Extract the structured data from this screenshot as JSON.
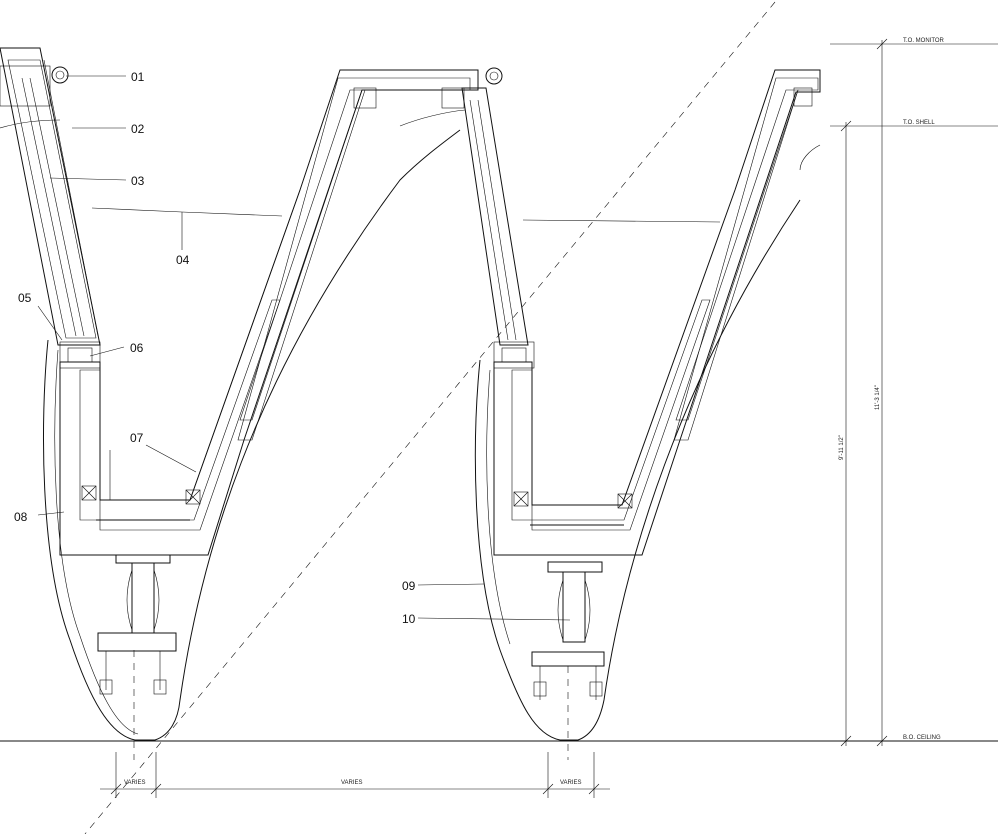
{
  "callouts": [
    {
      "id": "01",
      "label": "01"
    },
    {
      "id": "02",
      "label": "02"
    },
    {
      "id": "03",
      "label": "03"
    },
    {
      "id": "04",
      "label": "04"
    },
    {
      "id": "05",
      "label": "05"
    },
    {
      "id": "06",
      "label": "06"
    },
    {
      "id": "07",
      "label": "07"
    },
    {
      "id": "08",
      "label": "08"
    },
    {
      "id": "09",
      "label": "09"
    },
    {
      "id": "10",
      "label": "10"
    }
  ],
  "reference_lines": {
    "top_monitor": "T.O. MONITOR",
    "top_shell": "T.O. SHELL",
    "bottom_ceiling": "B.O. CEILING"
  },
  "dimensions": {
    "overall_height": "11'-3 1/4\"",
    "shell_height": "9'-11 1/2\"",
    "varies_left": "VARIES",
    "varies_middle": "VARIES",
    "varies_right": "VARIES"
  }
}
